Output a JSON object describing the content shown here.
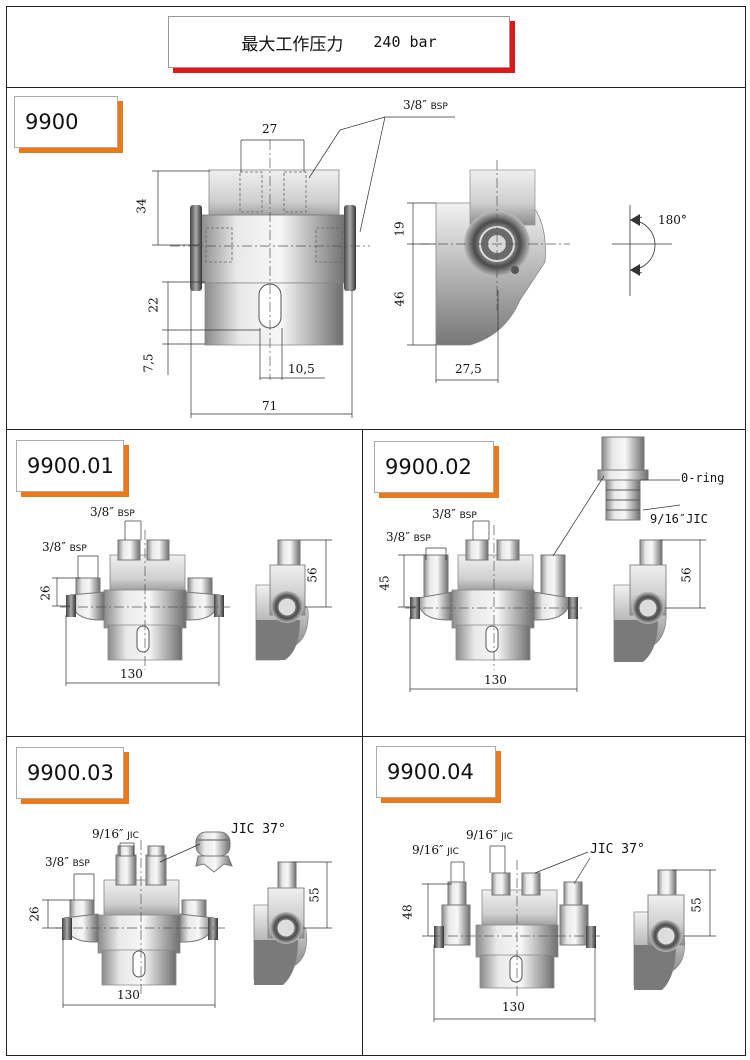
{
  "header": {
    "title": "最大工作压力",
    "pressure": "240 bar"
  },
  "colors": {
    "header_shadow": "#e01818",
    "label_shadow": "#ec7a1a",
    "frame": "#222222"
  },
  "panel_9900": {
    "label": "9900",
    "thread_callout": "3/8″",
    "thread_suffix": "BSP",
    "dims": {
      "top_width": "27",
      "height_top": "34",
      "lower": "22",
      "bottom": "7,5",
      "slot": "10,5",
      "total_width": "71",
      "side_upper": "19",
      "side_lower": "46",
      "side_width": "27,5"
    },
    "rotation": "180°"
  },
  "panel_01": {
    "label": "9900.01",
    "thread_top": "3/8″",
    "thread_top_suffix": "BSP",
    "thread_side": "3/8″",
    "thread_side_suffix": "BSP",
    "dims": {
      "height": "26",
      "width": "130",
      "side_height": "56"
    }
  },
  "panel_02": {
    "label": "9900.02",
    "thread_top": "3/8″",
    "thread_top_suffix": "BSP",
    "thread_side": "3/8″",
    "thread_side_suffix": "BSP",
    "oring": "0-ring",
    "jic": "9/16″JIC",
    "dims": {
      "height": "45",
      "width": "130",
      "side_height": "56"
    }
  },
  "panel_03": {
    "label": "9900.03",
    "thread_top": "9/16″",
    "thread_top_suffix": "JIC",
    "thread_side": "3/8″",
    "thread_side_suffix": "BSP",
    "jic_angle": "JIC 37°",
    "dims": {
      "height": "26",
      "width": "130",
      "side_height": "55"
    }
  },
  "panel_04": {
    "label": "9900.04",
    "thread_top": "9/16″",
    "thread_top_suffix": "JIC",
    "thread_side": "9/16″",
    "thread_side_suffix": "JIC",
    "jic_angle": "JIC 37°",
    "dims": {
      "height": "48",
      "width": "130",
      "side_height": "55"
    }
  }
}
